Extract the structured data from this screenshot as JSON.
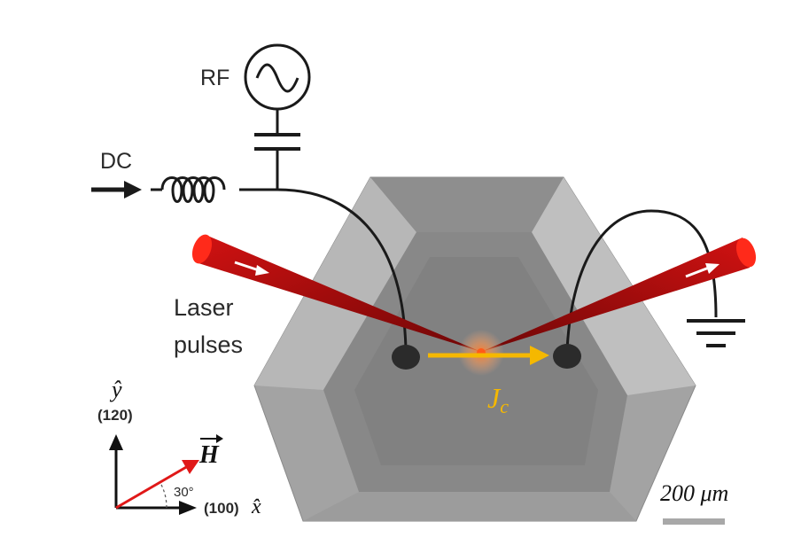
{
  "labels": {
    "rf": "RF",
    "dc": "DC",
    "laser_line1": "Laser",
    "laser_line2": "pulses",
    "critical_current": "J",
    "critical_current_sub": "c",
    "axis_y_symbol": "ŷ",
    "axis_y_dir": "(120)",
    "axis_x_dir": "(100)",
    "axis_x_symbol": "x̂",
    "field_symbol": "H",
    "angle": "30°",
    "scale_bar": "200 μm"
  },
  "colors": {
    "laser": "#a00a0a",
    "current_arrow": "#f5b800",
    "field_vector": "#e01818",
    "wire": "#1a1a1a",
    "crystal": "#9a9a9a",
    "scale_bar": "#a8a8a8"
  },
  "icons": [
    "ac-source-icon",
    "capacitor-icon",
    "inductor-icon",
    "ground-icon",
    "dc-arrow-icon"
  ]
}
